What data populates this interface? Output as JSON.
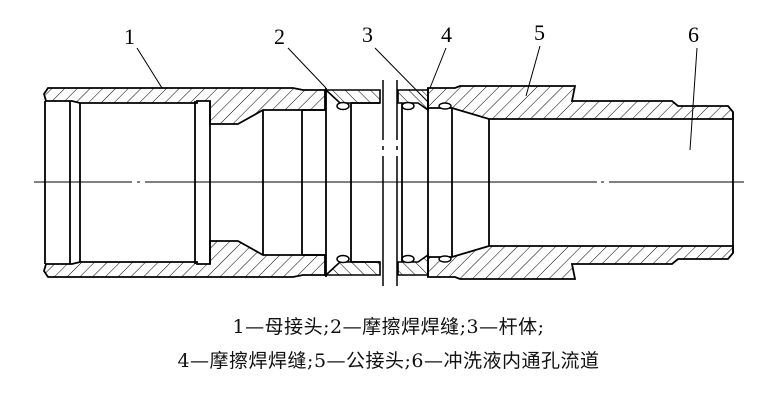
{
  "figure": {
    "callouts": [
      {
        "id": "1",
        "label": "1",
        "part": "母接头"
      },
      {
        "id": "2",
        "label": "2",
        "part": "摩擦焊焊缝"
      },
      {
        "id": "3",
        "label": "3",
        "part": "杆体"
      },
      {
        "id": "4",
        "label": "4",
        "part": "摩擦焊焊缝"
      },
      {
        "id": "5",
        "label": "5",
        "part": "公接头"
      },
      {
        "id": "6",
        "label": "6",
        "part": "冲洗液内通孔流道"
      }
    ],
    "caption": {
      "line1": "1—母接头;2—摩擦焊焊缝;3—杆体;",
      "line2": "4—摩擦焊焊缝;5—公接头;6—冲洗液内通孔流道"
    },
    "colors": {
      "line": "#000000",
      "background": "#ffffff"
    }
  }
}
